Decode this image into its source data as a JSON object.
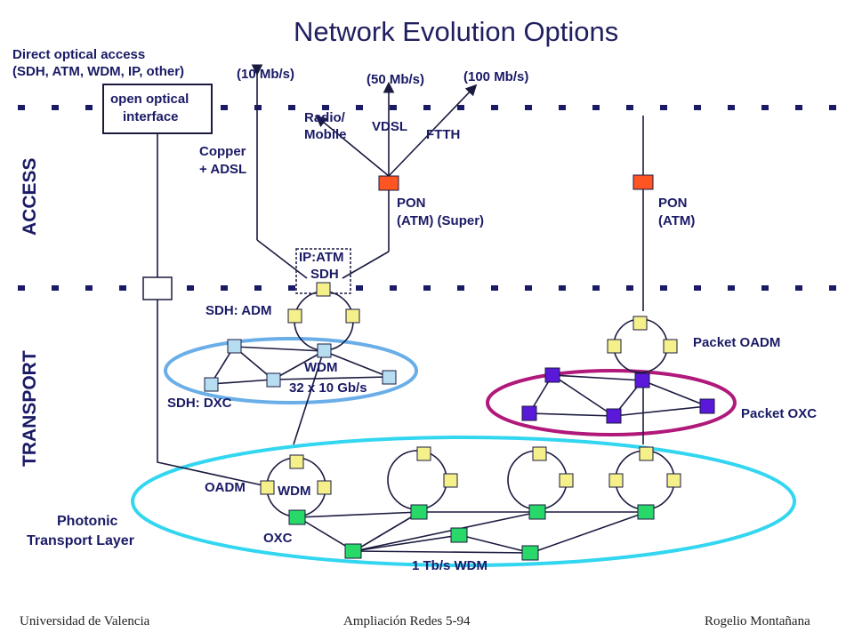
{
  "title": "Network Evolution Options",
  "labels": {
    "direct_access": "Direct optical access",
    "direct_access_types": "(SDH, ATM, WDM, IP, other)",
    "open_optical_1": "open optical",
    "open_optical_2": "interface",
    "rate_10": "(10 Mb/s)",
    "rate_50": "(50 Mb/s)",
    "rate_100": "(100 Mb/s)",
    "radio_1": "Radio/",
    "radio_2": "Mobile",
    "vdsl": "VDSL",
    "ftth": "FTTH",
    "copper_1": "Copper",
    "copper_2": "+ ADSL",
    "pon_super_1": "PON",
    "pon_super_2": "(ATM) (Super)",
    "pon_1": "PON",
    "pon_2": "(ATM)",
    "ip_atm": "IP:ATM",
    "sdh": "SDH",
    "sdh_adm": "SDH: ADM",
    "wdm": "WDM",
    "wdm_capacity": "32 x 10 Gb/s",
    "sdh_dxc": "SDH: DXC",
    "packet_oadm": "Packet OADM",
    "packet_oxc": "Packet OXC",
    "oadm": "OADM",
    "wdm2": "WDM",
    "oxc": "OXC",
    "photonic_1": "Photonic",
    "photonic_2": "Transport Layer",
    "tbps": "1 Tb/s WDM",
    "access": "ACCESS",
    "transport": "TRANSPORT"
  },
  "footer": {
    "left": "Universidad de Valencia",
    "center": "Ampliación Redes 5-94",
    "right": "Rogelio Montañana"
  },
  "colors": {
    "text": "#1a1a66",
    "line": "#1a1a40",
    "ellipse_wdm": "#6aaee8",
    "ellipse_oxc": "#b0187a",
    "ellipse_photonic": "#33d6f0",
    "node_yellow": "#f5f08a",
    "node_lightblue": "#b7ddf0",
    "node_purple": "#5a18d8",
    "node_green": "#28d868",
    "pon": "#ff5522"
  }
}
